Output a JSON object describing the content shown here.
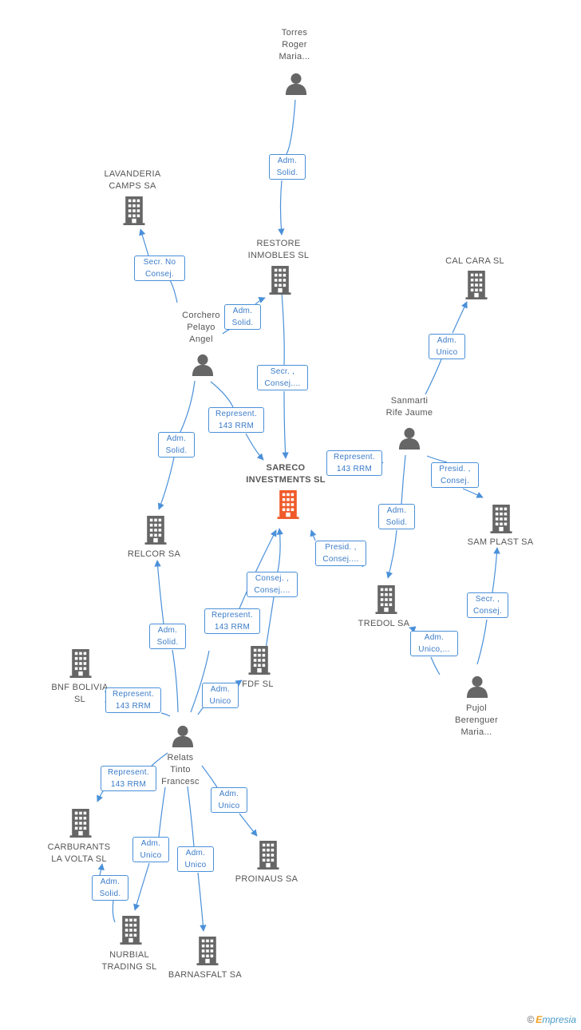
{
  "colors": {
    "node": "#666666",
    "center": "#f05a2a",
    "edge": "#4a90d9"
  },
  "nodes": [
    {
      "id": "torres",
      "type": "person",
      "lines": [
        "Torres",
        "Roger",
        "Maria..."
      ]
    },
    {
      "id": "lavanderia",
      "type": "company",
      "lines": [
        "LAVANDERIA",
        "CAMPS SA"
      ]
    },
    {
      "id": "restore",
      "type": "company",
      "lines": [
        "RESTORE",
        "INMOBLES SL"
      ]
    },
    {
      "id": "calcara",
      "type": "company",
      "lines": [
        "CAL CARA SL"
      ]
    },
    {
      "id": "corchero",
      "type": "person",
      "lines": [
        "Corchero",
        "Pelayo",
        "Angel"
      ]
    },
    {
      "id": "sanmarti",
      "type": "person",
      "lines": [
        "Sanmarti",
        "Rife Jaume"
      ]
    },
    {
      "id": "sareco",
      "type": "center",
      "lines": [
        "SARECO",
        "INVESTMENTS SL"
      ]
    },
    {
      "id": "samplast",
      "type": "company",
      "lines": [
        "SAM PLAST SA"
      ]
    },
    {
      "id": "relcor",
      "type": "company",
      "lines": [
        "RELCOR SA"
      ]
    },
    {
      "id": "tredol",
      "type": "company",
      "lines": [
        "TREDOL SA"
      ]
    },
    {
      "id": "fdf",
      "type": "company",
      "lines": [
        "FDF SL"
      ]
    },
    {
      "id": "bnf",
      "type": "company",
      "lines": [
        "BNF BOLIVIA",
        "SL"
      ]
    },
    {
      "id": "pujol",
      "type": "person",
      "lines": [
        "Pujol",
        "Berenguer",
        "Maria..."
      ]
    },
    {
      "id": "relats",
      "type": "person",
      "lines": [
        "Relats",
        "Tinto",
        "Francesc"
      ]
    },
    {
      "id": "carburants",
      "type": "company",
      "lines": [
        "CARBURANTS",
        "LA VOLTA SL"
      ]
    },
    {
      "id": "proinaus",
      "type": "company",
      "lines": [
        "PROINAUS SA"
      ]
    },
    {
      "id": "nurbial",
      "type": "company",
      "lines": [
        "NURBIAL",
        "TRADING SL"
      ]
    },
    {
      "id": "barnasfalt",
      "type": "company",
      "lines": [
        "BARNASFALT SA"
      ]
    }
  ],
  "edges": [
    {
      "lines": [
        "Adm.",
        "Solid."
      ]
    },
    {
      "lines": [
        "Secr.  No",
        "Consej."
      ]
    },
    {
      "lines": [
        "Adm.",
        "Solid."
      ]
    },
    {
      "lines": [
        "Secr. ,",
        "Consej...."
      ]
    },
    {
      "lines": [
        "Represent.",
        "143 RRM"
      ]
    },
    {
      "lines": [
        "Adm.",
        "Solid."
      ]
    },
    {
      "lines": [
        "Adm.",
        "Unico"
      ]
    },
    {
      "lines": [
        "Represent.",
        "143 RRM"
      ]
    },
    {
      "lines": [
        "Presid. ,",
        "Consej."
      ]
    },
    {
      "lines": [
        "Adm.",
        "Solid."
      ]
    },
    {
      "lines": [
        "Presid. ,",
        "Consej...."
      ]
    },
    {
      "lines": [
        "Consej. ,",
        "Consej...."
      ]
    },
    {
      "lines": [
        "Represent.",
        "143 RRM"
      ]
    },
    {
      "lines": [
        "Adm.",
        "Solid."
      ]
    },
    {
      "lines": [
        "Secr. ,",
        "Consej."
      ]
    },
    {
      "lines": [
        "Adm.",
        "Unico,..."
      ]
    },
    {
      "lines": [
        "Adm.",
        "Unico"
      ]
    },
    {
      "lines": [
        "Represent.",
        "143 RRM"
      ]
    },
    {
      "lines": [
        "Represent.",
        "143 RRM"
      ]
    },
    {
      "lines": [
        "Adm.",
        "Unico"
      ]
    },
    {
      "lines": [
        "Adm.",
        "Unico"
      ]
    },
    {
      "lines": [
        "Adm.",
        "Unico"
      ]
    },
    {
      "lines": [
        "Adm.",
        "Solid."
      ]
    }
  ],
  "footer": {
    "copyright": "©",
    "brand_first": "E",
    "brand_rest": "mpresia"
  }
}
